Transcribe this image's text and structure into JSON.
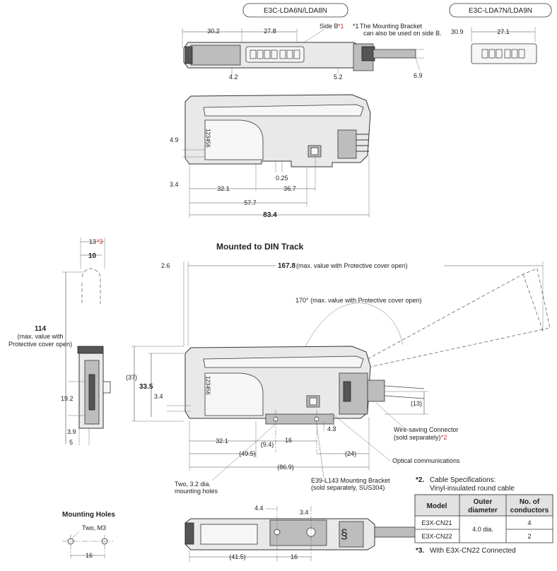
{
  "models": {
    "model_a": "E3C-LDA6N/LDA8N",
    "model_b": "E3C-LDA7N/LDA9N"
  },
  "top_view": {
    "side_b_label": "Side B",
    "side_b_mark": "*1",
    "note_mark": "*1",
    "note_line1": "The Mounting Bracket",
    "note_line2": "can also be used on side B.",
    "d_30_2": "30.2",
    "d_27_8": "27.8",
    "d_4_2": "4.2",
    "d_5_2": "5.2",
    "d_6_9": "6.9"
  },
  "small_view": {
    "d_30_9": "30.9",
    "d_27_1": "27.1"
  },
  "side_view": {
    "pins": "123456",
    "d_4_9": "4.9",
    "d_3_4": "3.4",
    "d_0_25": "0.25",
    "d_32_1": "32.1",
    "d_36_7": "36.7",
    "d_57_7": "57.7",
    "d_83_4": "83.4"
  },
  "front_view": {
    "d_13": "13",
    "d_13_mark": "*3",
    "d_10": "10",
    "d_114": "114",
    "d_114_note1": "(max. value with",
    "d_114_note2": "Protective cover open)",
    "d_19_2": "19.2",
    "d_3_9": "3.9",
    "d_5": "5"
  },
  "din_view": {
    "title": "Mounted to DIN Track",
    "d_2_6": "2.6",
    "d_167_8": "167.8",
    "d_167_8_note": "(max. value with Protective cover open)",
    "angle_note": "170° (max. value with Protective cover open)",
    "d_37": "(37)",
    "d_33_5": "33.5",
    "d_3_4": "3.4",
    "d_13": "(13)",
    "d_4_3": "4.3",
    "d_32_1": "32.1",
    "d_9_4": "(9.4)",
    "d_16": "16",
    "d_49_5": "(49.5)",
    "d_24": "(24)",
    "d_86_9": "(86.9)",
    "pins": "123456",
    "connector_label1": "Wire-saving Connector",
    "connector_label2": "(sold separately)",
    "connector_mark": "*2",
    "optical_label": "Optical communications",
    "holes_label1": "Two, 3.2 dia.",
    "holes_label2": "mounting holes",
    "bracket_label1": "E39-L143 Mounting Bracket",
    "bracket_label2": "(sold separately, SUS304)"
  },
  "mounting_holes": {
    "title": "Mounting Holes",
    "holes": "Two, M3",
    "d_16": "16"
  },
  "bottom_view": {
    "d_4_4": "4.4",
    "d_3_4": "3.4",
    "d_41_5": "(41.5)",
    "d_16": "16"
  },
  "cable_spec": {
    "mark": "*2.",
    "title": "Cable Specifications:",
    "subtitle": "Vinyl-insulated round cable",
    "headers": [
      "Model",
      "Outer diameter",
      "No. of conductors"
    ],
    "header_outer_1": "Outer",
    "header_outer_2": "diameter",
    "header_cond_1": "No. of",
    "header_cond_2": "conductors",
    "rows": [
      {
        "model": "E3X-CN21",
        "outer": "4.0 dia.",
        "conductors": "4"
      },
      {
        "model": "E3X-CN22",
        "outer": "4.0 dia.",
        "conductors": "2"
      }
    ],
    "footnote_mark": "*3.",
    "footnote": "With E3X-CN22 Connected"
  }
}
